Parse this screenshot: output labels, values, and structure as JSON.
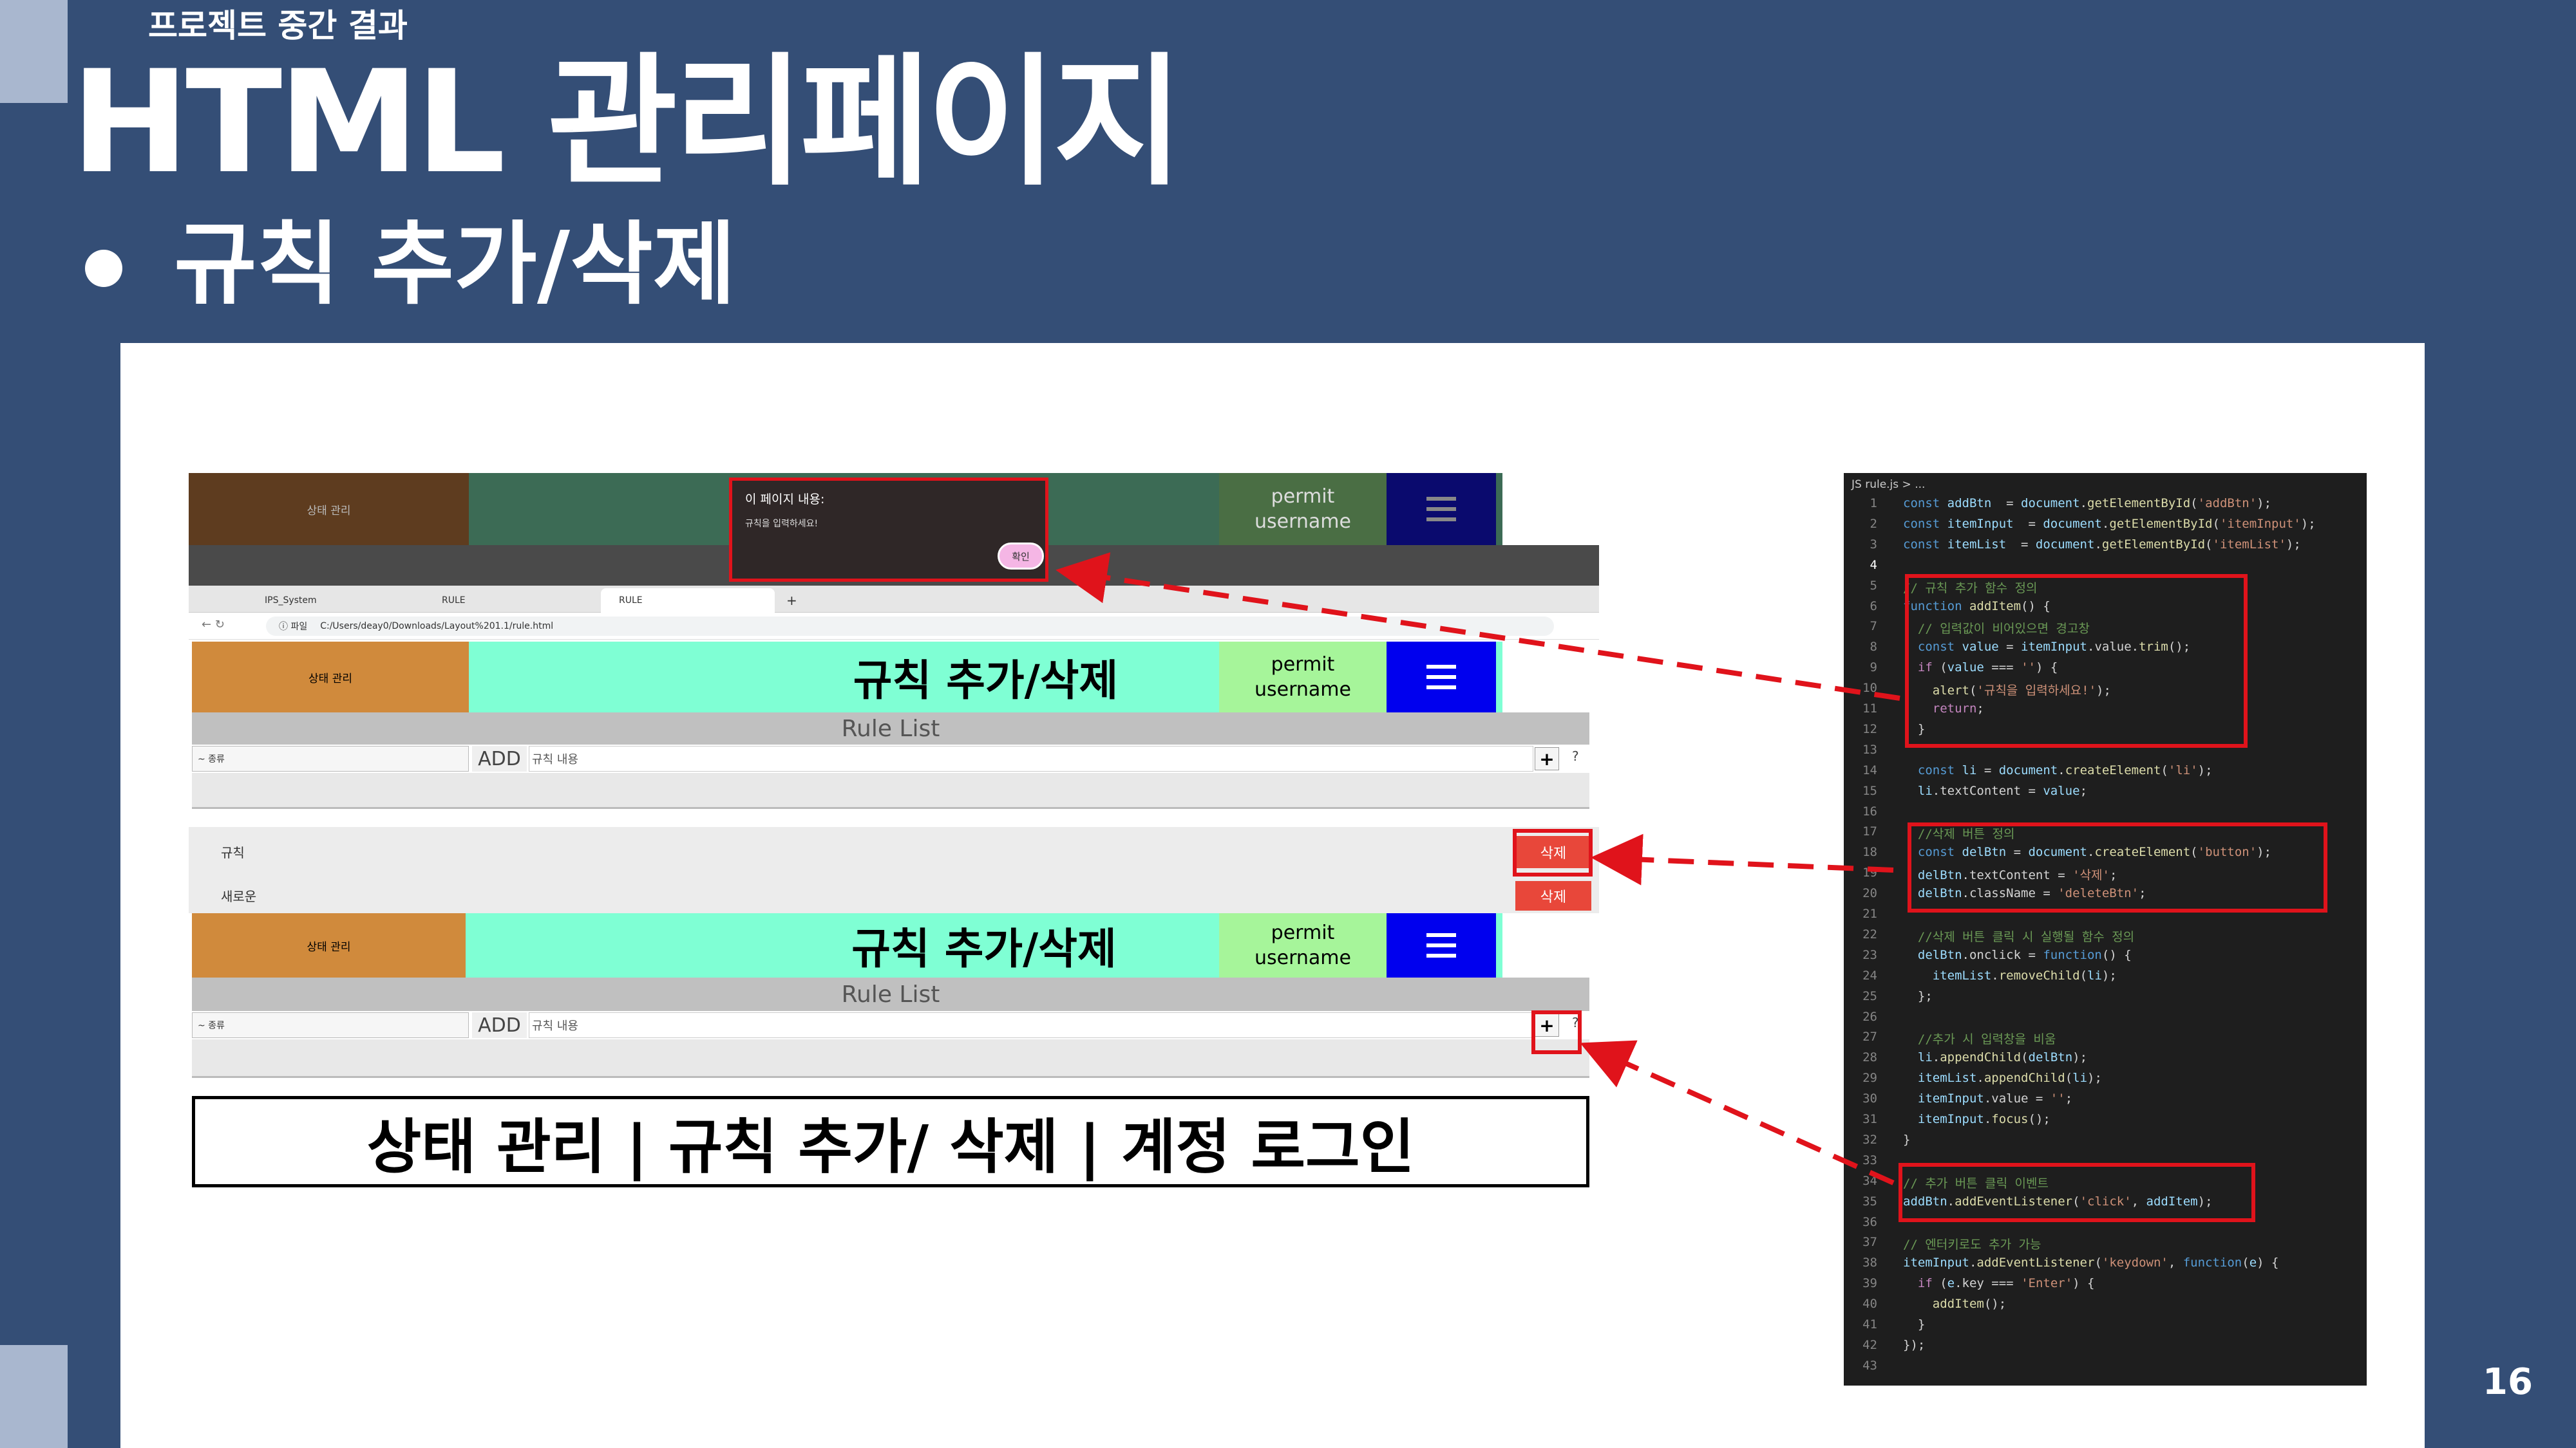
{
  "slide": {
    "subtitle": "프로젝트 중간 결과",
    "title": "HTML 관리페이지",
    "bullet": "규칙 추가/삭제",
    "page_number": "16"
  },
  "screenshot": {
    "status_label": "상태 관리",
    "page_title": "규칙 추가/삭제",
    "permit_line1": "permit",
    "permit_line2": "username",
    "rule_list_label": "Rule List",
    "select_label": "~ 종류",
    "add_label": "ADD",
    "input_placeholder": "규칙 내용",
    "plus_label": "+",
    "q_mark": "?",
    "rules": [
      {
        "text": "규칙",
        "delete_label": "삭제"
      },
      {
        "text": "새로운",
        "delete_label": "삭제"
      }
    ],
    "browser": {
      "tabs": [
        "IPS_System",
        "RULE",
        "RULE"
      ],
      "address": "C:/Users/deay0/Downloads/Layout%201.1/rule.html",
      "address_prefix": "ⓘ 파일"
    },
    "alert": {
      "title": "이 페이지 내용:",
      "message": "규칙을 입력하세요!",
      "ok_label": "확인"
    },
    "footer_caption": "상태 관리 | 규칙 추가/ 삭제 | 계정 로그인"
  },
  "code_editor": {
    "breadcrumb": "JS  rule.js > ...",
    "lines": [
      {
        "n": 1,
        "tokens": [
          [
            "kw",
            "const "
          ],
          [
            "var",
            "addBtn"
          ],
          [
            "",
            "  = "
          ],
          [
            "var",
            "document"
          ],
          [
            "",
            "."
          ],
          [
            "fn",
            "getElementById"
          ],
          [
            "",
            "("
          ],
          [
            "str",
            "'addBtn'"
          ],
          [
            "",
            ");"
          ]
        ]
      },
      {
        "n": 2,
        "tokens": [
          [
            "kw",
            "const "
          ],
          [
            "var",
            "itemInput"
          ],
          [
            "",
            "  = "
          ],
          [
            "var",
            "document"
          ],
          [
            "",
            "."
          ],
          [
            "fn",
            "getElementById"
          ],
          [
            "",
            "("
          ],
          [
            "str",
            "'itemInput'"
          ],
          [
            "",
            ");"
          ]
        ]
      },
      {
        "n": 3,
        "tokens": [
          [
            "kw",
            "const "
          ],
          [
            "var",
            "itemList"
          ],
          [
            "",
            "  = "
          ],
          [
            "var",
            "document"
          ],
          [
            "",
            "."
          ],
          [
            "fn",
            "getElementById"
          ],
          [
            "",
            "("
          ],
          [
            "str",
            "'itemList'"
          ],
          [
            "",
            ");"
          ]
        ]
      },
      {
        "n": 4,
        "tokens": []
      },
      {
        "n": 5,
        "tokens": [
          [
            "cmt",
            "// 규칙 추가 함수 정의"
          ]
        ]
      },
      {
        "n": 6,
        "tokens": [
          [
            "kw",
            "function "
          ],
          [
            "fn",
            "addItem"
          ],
          [
            "",
            "() {"
          ]
        ]
      },
      {
        "n": 7,
        "tokens": [
          [
            "cmt",
            "  // 입력값이 비어있으면 경고창"
          ]
        ]
      },
      {
        "n": 8,
        "tokens": [
          [
            "kw",
            "  const "
          ],
          [
            "var",
            "value"
          ],
          [
            "",
            " = "
          ],
          [
            "var",
            "itemInput"
          ],
          [
            "",
            ".value."
          ],
          [
            "fn",
            "trim"
          ],
          [
            "",
            "();"
          ]
        ]
      },
      {
        "n": 9,
        "tokens": [
          [
            "ctl",
            "  if "
          ],
          [
            "",
            "("
          ],
          [
            "var",
            "value"
          ],
          [
            "",
            " === "
          ],
          [
            "str",
            "''"
          ],
          [
            "",
            ") {"
          ]
        ]
      },
      {
        "n": 10,
        "tokens": [
          [
            "fn",
            "    alert"
          ],
          [
            "",
            "("
          ],
          [
            "str",
            "'규칙을 입력하세요!'"
          ],
          [
            "",
            ");"
          ]
        ]
      },
      {
        "n": 11,
        "tokens": [
          [
            "ctl",
            "    return"
          ],
          [
            "",
            ";"
          ]
        ]
      },
      {
        "n": 12,
        "tokens": [
          [
            "",
            "  }"
          ]
        ]
      },
      {
        "n": 13,
        "tokens": []
      },
      {
        "n": 14,
        "tokens": [
          [
            "kw",
            "  const "
          ],
          [
            "var",
            "li"
          ],
          [
            "",
            " = "
          ],
          [
            "var",
            "document"
          ],
          [
            "",
            "."
          ],
          [
            "fn",
            "createElement"
          ],
          [
            "",
            "("
          ],
          [
            "str",
            "'li'"
          ],
          [
            "",
            ");"
          ]
        ]
      },
      {
        "n": 15,
        "tokens": [
          [
            "var",
            "  li"
          ],
          [
            "",
            ".textContent = "
          ],
          [
            "var",
            "value"
          ],
          [
            "",
            ";"
          ]
        ]
      },
      {
        "n": 16,
        "tokens": []
      },
      {
        "n": 17,
        "tokens": [
          [
            "cmt",
            "  //삭제 버튼 정의"
          ]
        ]
      },
      {
        "n": 18,
        "tokens": [
          [
            "kw",
            "  const "
          ],
          [
            "var",
            "delBtn"
          ],
          [
            "",
            " = "
          ],
          [
            "var",
            "document"
          ],
          [
            "",
            "."
          ],
          [
            "fn",
            "createElement"
          ],
          [
            "",
            "("
          ],
          [
            "str",
            "'button'"
          ],
          [
            "",
            ");"
          ]
        ]
      },
      {
        "n": 19,
        "tokens": [
          [
            "var",
            "  delBtn"
          ],
          [
            "",
            ".textContent = "
          ],
          [
            "str",
            "'삭제'"
          ],
          [
            "",
            ";"
          ]
        ]
      },
      {
        "n": 20,
        "tokens": [
          [
            "var",
            "  delBtn"
          ],
          [
            "",
            ".className = "
          ],
          [
            "str",
            "'deleteBtn'"
          ],
          [
            "",
            ";"
          ]
        ]
      },
      {
        "n": 21,
        "tokens": []
      },
      {
        "n": 22,
        "tokens": [
          [
            "cmt",
            "  //삭제 버튼 클릭 시 실행될 함수 정의"
          ]
        ]
      },
      {
        "n": 23,
        "tokens": [
          [
            "var",
            "  delBtn"
          ],
          [
            "",
            ".onclick = "
          ],
          [
            "kw",
            "function"
          ],
          [
            "",
            "() {"
          ]
        ]
      },
      {
        "n": 24,
        "tokens": [
          [
            "var",
            "    itemList"
          ],
          [
            "",
            "."
          ],
          [
            "fn",
            "removeChild"
          ],
          [
            "",
            "("
          ],
          [
            "var",
            "li"
          ],
          [
            "",
            ");"
          ]
        ]
      },
      {
        "n": 25,
        "tokens": [
          [
            "",
            "  };"
          ]
        ]
      },
      {
        "n": 26,
        "tokens": []
      },
      {
        "n": 27,
        "tokens": [
          [
            "cmt",
            "  //추가 시 입력창을 비움"
          ]
        ]
      },
      {
        "n": 28,
        "tokens": [
          [
            "var",
            "  li"
          ],
          [
            "",
            "."
          ],
          [
            "fn",
            "appendChild"
          ],
          [
            "",
            "("
          ],
          [
            "var",
            "delBtn"
          ],
          [
            "",
            ");"
          ]
        ]
      },
      {
        "n": 29,
        "tokens": [
          [
            "var",
            "  itemList"
          ],
          [
            "",
            "."
          ],
          [
            "fn",
            "appendChild"
          ],
          [
            "",
            "("
          ],
          [
            "var",
            "li"
          ],
          [
            "",
            ");"
          ]
        ]
      },
      {
        "n": 30,
        "tokens": [
          [
            "var",
            "  itemInput"
          ],
          [
            "",
            ".value = "
          ],
          [
            "str",
            "''"
          ],
          [
            "",
            ";"
          ]
        ]
      },
      {
        "n": 31,
        "tokens": [
          [
            "var",
            "  itemInput"
          ],
          [
            "",
            "."
          ],
          [
            "fn",
            "focus"
          ],
          [
            "",
            "();"
          ]
        ]
      },
      {
        "n": 32,
        "tokens": [
          [
            "",
            "}"
          ]
        ]
      },
      {
        "n": 33,
        "tokens": []
      },
      {
        "n": 34,
        "tokens": [
          [
            "cmt",
            "// 추가 버튼 클릭 이벤트"
          ]
        ]
      },
      {
        "n": 35,
        "tokens": [
          [
            "var",
            "addBtn"
          ],
          [
            "",
            "."
          ],
          [
            "fn",
            "addEventListener"
          ],
          [
            "",
            "("
          ],
          [
            "str",
            "'click'"
          ],
          [
            ",",
            ", "
          ],
          [
            "var",
            "addItem"
          ],
          [
            "",
            ");"
          ]
        ]
      },
      {
        "n": 36,
        "tokens": []
      },
      {
        "n": 37,
        "tokens": [
          [
            "cmt",
            "// 엔터키로도 추가 가능"
          ]
        ]
      },
      {
        "n": 38,
        "tokens": [
          [
            "var",
            "itemInput"
          ],
          [
            "",
            "."
          ],
          [
            "fn",
            "addEventListener"
          ],
          [
            "",
            "("
          ],
          [
            "str",
            "'keydown'"
          ],
          [
            "",
            ", "
          ],
          [
            "kw",
            "function"
          ],
          [
            "",
            "("
          ],
          [
            "var",
            "e"
          ],
          [
            "",
            ") {"
          ]
        ]
      },
      {
        "n": 39,
        "tokens": [
          [
            "ctl",
            "  if "
          ],
          [
            "",
            "("
          ],
          [
            "var",
            "e"
          ],
          [
            "",
            ".key === "
          ],
          [
            "str",
            "'Enter'"
          ],
          [
            "",
            ") {"
          ]
        ]
      },
      {
        "n": 40,
        "tokens": [
          [
            "fn",
            "    addItem"
          ],
          [
            "",
            "();"
          ]
        ]
      },
      {
        "n": 41,
        "tokens": [
          [
            "",
            "  }"
          ]
        ]
      },
      {
        "n": 42,
        "tokens": [
          [
            "",
            "});"
          ]
        ]
      },
      {
        "n": 43,
        "tokens": []
      }
    ]
  },
  "colors": {
    "slide_bg": "#344e76",
    "status_orange": "#d08a3c",
    "title_mint": "#7fffd4",
    "permit_green": "#a6f59a",
    "menu_blue": "#0000ee",
    "highlight_red": "#e0131b",
    "delete_red": "#e8473a"
  }
}
